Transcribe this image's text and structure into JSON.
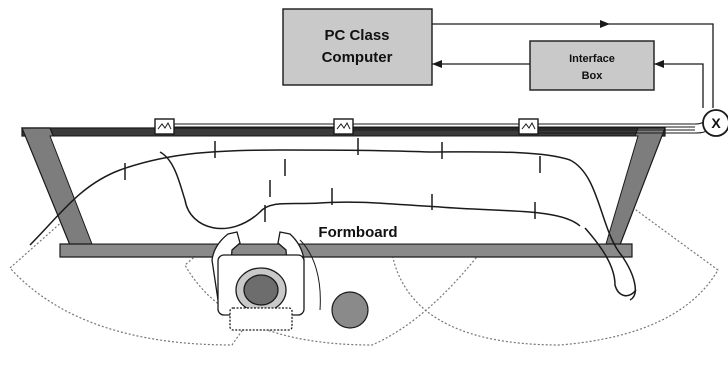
{
  "computer": {
    "line1": "PC Class",
    "line2": "Computer"
  },
  "interface": {
    "line1": "Interface",
    "line2": "Box"
  },
  "junction": {
    "label": "X"
  },
  "formboard": {
    "label": "Formboard"
  },
  "colors": {
    "box_fill": "#c9c9c9",
    "board_fill": "#8a8a8a",
    "line": "#1a1a1a",
    "dotted": "#777777"
  }
}
